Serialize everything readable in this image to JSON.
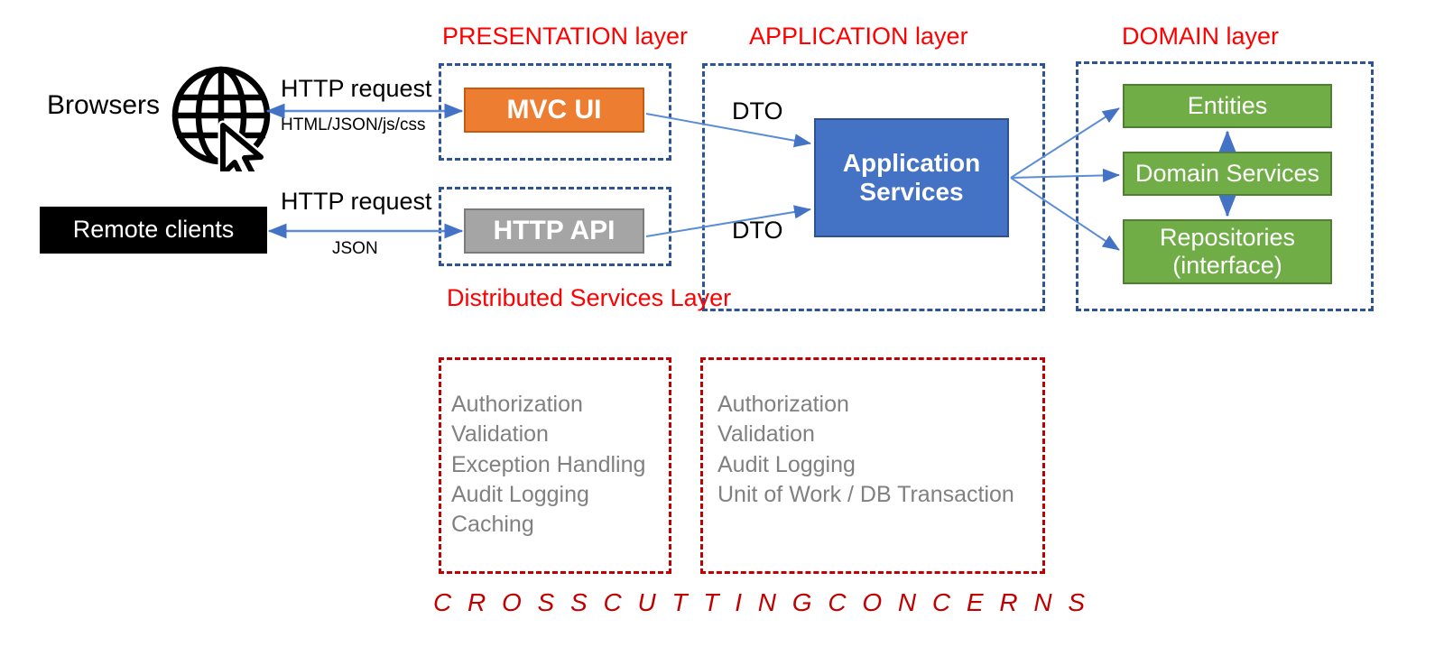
{
  "diagram": {
    "title_footer": "C R O S S    C U T T I N G    C O N C E R N S",
    "layers": [
      {
        "id": "presentation",
        "title": "PRESENTATION layer"
      },
      {
        "id": "application",
        "title": "APPLICATION layer"
      },
      {
        "id": "domain",
        "title": "DOMAIN layer"
      }
    ],
    "distributed_services_title": "Distributed Services Layer",
    "clients": {
      "browsers_label": "Browsers",
      "globe_icon": "globe-cursor-icon",
      "remote_clients_label": "Remote clients"
    },
    "edges": {
      "browsers_request": "HTTP request",
      "browsers_response": "HTML/JSON/js/css",
      "remote_request": "HTTP request",
      "remote_response": "JSON",
      "mvc_to_app": "DTO",
      "api_to_app": "DTO"
    },
    "nodes": {
      "mvc_ui": "MVC UI",
      "http_api": "HTTP API",
      "application_services": "Application Services",
      "application_services_line1": "Application",
      "application_services_line2": "Services",
      "entities": "Entities",
      "domain_services": "Domain Services",
      "repositories_line1": "Repositories",
      "repositories_line2": "(interface)"
    },
    "cross_cutting": {
      "distributed": [
        "Authorization",
        "Validation",
        "Exception Handling",
        "Audit Logging",
        "Caching"
      ],
      "application": [
        "Authorization",
        "Validation",
        "Audit Logging",
        "Unit of Work / DB Transaction"
      ]
    },
    "colors": {
      "layer_title": "#FF0000",
      "dashed_blue": "#2E5496",
      "dashed_red": "#C00000",
      "mvc_ui": "#ED7D31",
      "http_api": "#A5A5A5",
      "application_services": "#4472C4",
      "domain_boxes": "#70AD47",
      "remote_clients": "#000000",
      "arrow": "#4472C4",
      "cross_cutting_text": "#808080"
    }
  }
}
